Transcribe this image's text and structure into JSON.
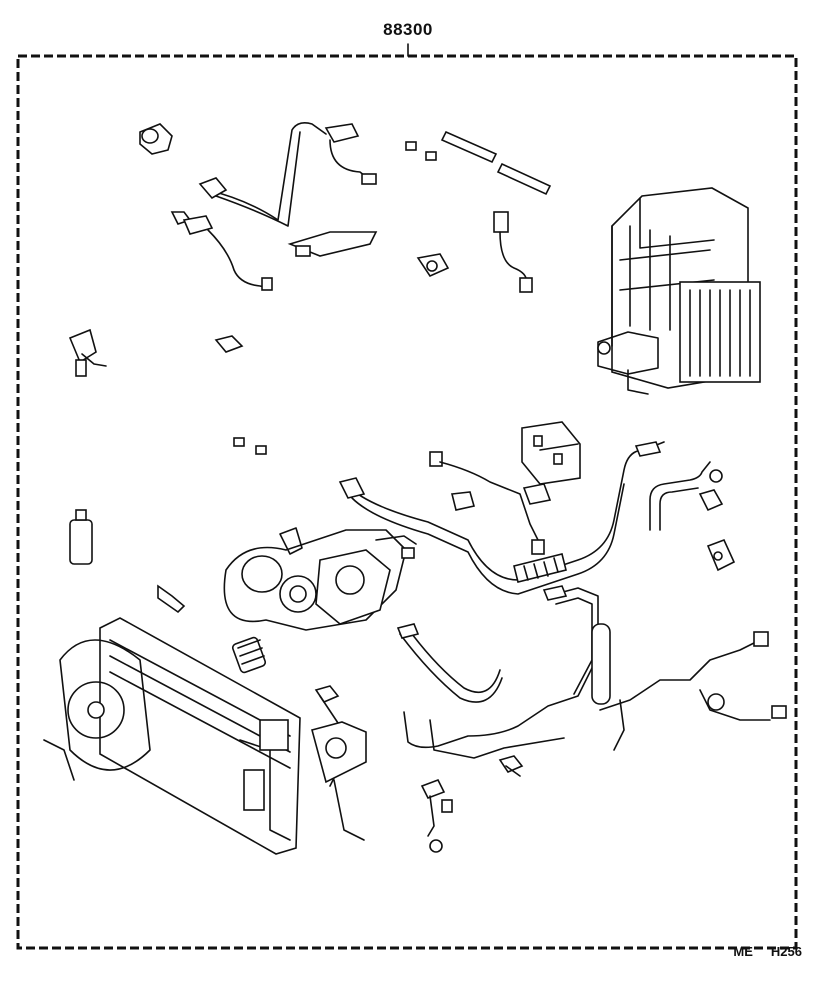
{
  "diagram": {
    "assembly_number": "88300",
    "page_code_prefix": "ME",
    "page_code_number": "H256"
  },
  "colors": {
    "line": "#111111",
    "background": "#ffffff"
  }
}
